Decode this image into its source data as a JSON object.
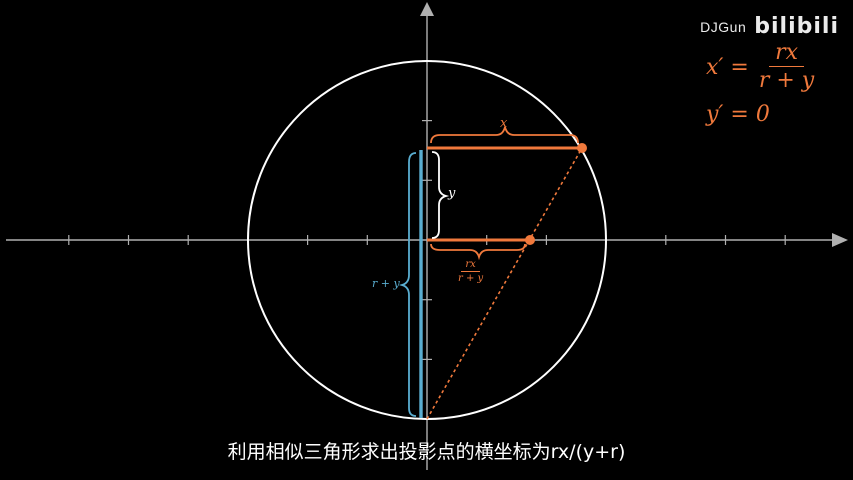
{
  "watermark": {
    "author": "DJGun",
    "logo": "bilibili"
  },
  "formulas": {
    "x_prime_lhs": "x′ =",
    "x_prime_num": "rx",
    "x_prime_den": "r + y",
    "y_prime": "y′ = 0"
  },
  "labels": {
    "x": "x",
    "y": "y",
    "r_plus_y": "r + y",
    "proj_num": "rx",
    "proj_den": "r + y"
  },
  "subtitle": "利用相似三角形求出投影点的横坐标为rx/(y+r)",
  "colors": {
    "orange": "#f0793c",
    "blue": "#5aaed1",
    "axes": "#b0b0b0",
    "circle": "#ffffff"
  }
}
